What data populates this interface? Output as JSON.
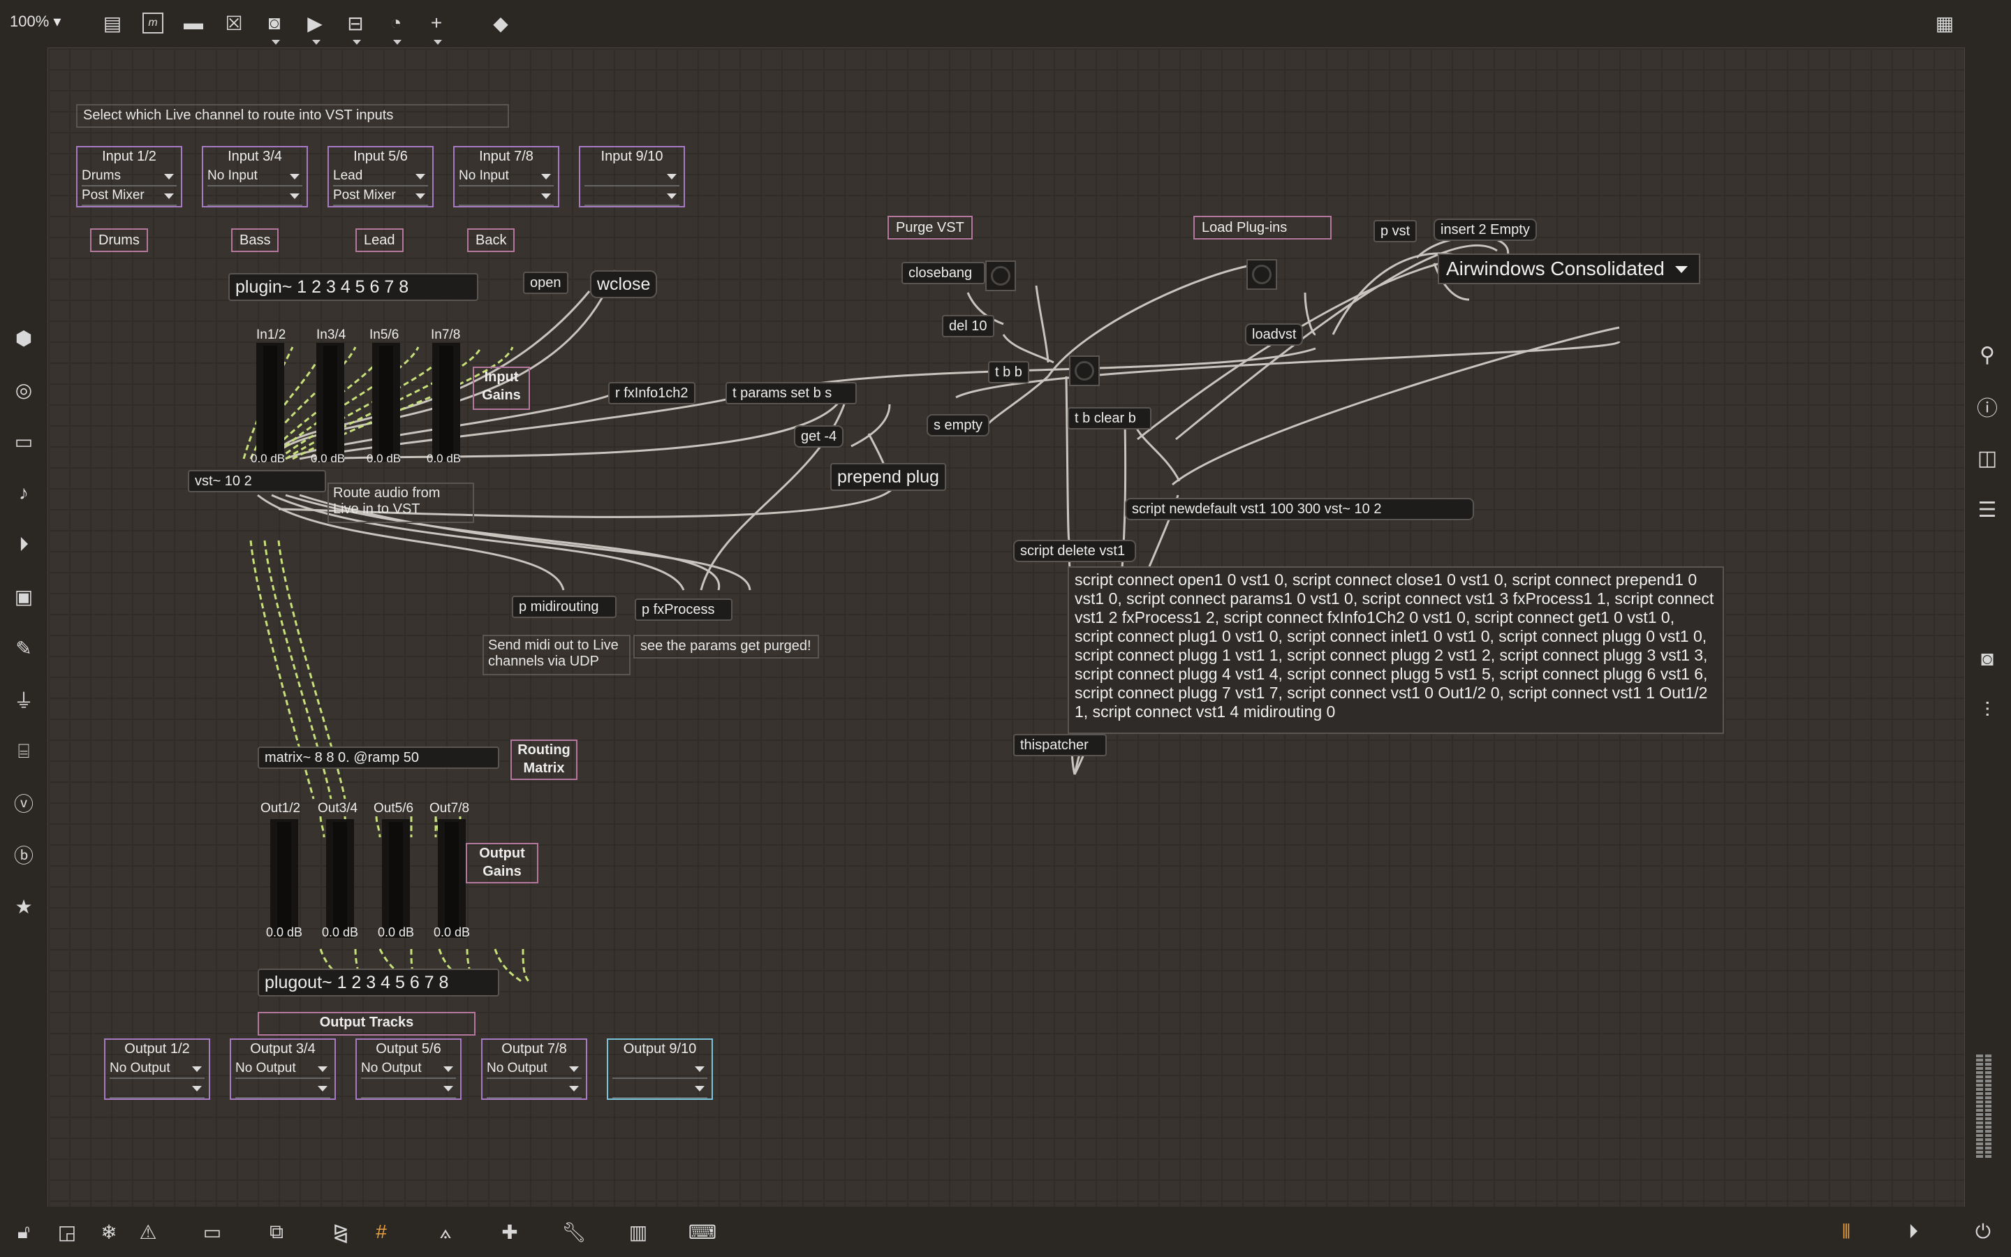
{
  "toolbar": {
    "zoom": "100%",
    "icons": [
      "presentation-icon",
      "lock-m-icon",
      "comment-icon",
      "close-box-icon",
      "circle-box-icon",
      "play-box-icon",
      "split-box-icon",
      "dial-icon",
      "plus-icon",
      "paint-bucket-icon"
    ]
  },
  "leftbar": {
    "icons": [
      "package-icon",
      "target-icon",
      "display-icon",
      "music-note-icon",
      "playback-icon",
      "image-icon",
      "paperclip-icon",
      "plug-icon",
      "gamepad-icon",
      "v-badge-icon",
      "b-badge-icon",
      "star-icon"
    ]
  },
  "rightbar": {
    "icons": [
      "search-icon",
      "info-icon",
      "columns-icon",
      "list-icon",
      "camera-icon",
      "sliders-icon"
    ]
  },
  "bottombar": {
    "icons": [
      "lock-icon",
      "edit-icon",
      "snowflake-icon",
      "warning-icon",
      "presentation-icon",
      "windows-icon",
      "mirror-icon",
      "grid-icon",
      "hierarchy-icon",
      "pin-icon",
      "wrench-icon",
      "piano-icon",
      "keyboard-icon",
      "meter-icon",
      "play-circle-icon",
      "power-icon"
    ]
  },
  "patch": {
    "top_comment": "Select which Live channel to route into VST inputs",
    "inputs": [
      {
        "title": "Input 1/2",
        "sel1": "Drums",
        "sel2": "Post Mixer"
      },
      {
        "title": "Input 3/4",
        "sel1": "No Input",
        "sel2": ""
      },
      {
        "title": "Input 5/6",
        "sel1": "Lead",
        "sel2": "Post Mixer"
      },
      {
        "title": "Input 7/8",
        "sel1": "No Input",
        "sel2": ""
      },
      {
        "title": "Input 9/10",
        "sel1": "",
        "sel2": ""
      }
    ],
    "channel_labels": [
      "Drums",
      "Bass",
      "Lead",
      "Back"
    ],
    "plugin_obj": "plugin~ 1 2 3 4 5 6 7 8",
    "open_obj": "open",
    "wclose_obj": "wclose",
    "in_labels": [
      "In1/2",
      "In3/4",
      "In5/6",
      "In7/8"
    ],
    "in_db": [
      "0.0 dB",
      "0.0 dB",
      "0.0 dB",
      "0.0 dB"
    ],
    "input_gains": "Input\nGains",
    "vst_obj": "vst~ 10 2",
    "route_comment": "Route audio from\nLive in to VST",
    "r_fxinfo": "r fxInfo1ch2",
    "t_params": "t params set b s",
    "get": "get -4",
    "prepend": "prepend plug",
    "p_midirouting": "p midirouting",
    "p_fxprocess": "p fxProcess",
    "midi_comment": "Send midi out to Live\nchannels via UDP",
    "params_comment": "see the params get purged!",
    "purge_vst": "Purge VST",
    "closebang": "closebang",
    "del10": "del 10",
    "tbb": "t b b",
    "s_empty": "s empty",
    "load_plugins": "Load Plug-ins",
    "loadvst": "loadvst",
    "p_vst": "p vst",
    "insert2": "insert 2 Empty",
    "airwindows": "Airwindows Consolidated",
    "tb_clear": "t b clear b",
    "script_newdefault": "script newdefault vst1 100 300 vst~ 10 2",
    "script_delete": "script delete vst1",
    "script_connect": "script connect open1 0 vst1 0, script connect close1 0 vst1 0, script connect prepend1 0 vst1 0, script connect params1 0 vst1 0, script connect vst1 3 fxProcess1 1, script connect vst1 2 fxProcess1 2, script connect fxInfo1Ch2 0 vst1 0, script connect get1 0 vst1 0, script connect plug1 0 vst1 0, script connect inlet1 0 vst1 0, script connect plugg 0 vst1 0, script connect plugg 1 vst1 1, script connect plugg 2 vst1 2, script connect plugg 3 vst1 3, script connect plugg 4 vst1 4, script connect plugg 5 vst1 5, script connect plugg 6 vst1 6, script connect plugg 7 vst1 7, script connect vst1 0 Out1/2 0, script connect vst1 1 Out1/2 1, script connect vst1 4 midirouting 0",
    "thispatcher": "thispatcher",
    "matrix_obj": "matrix~ 8 8 0. @ramp 50",
    "routing_matrix": "Routing\nMatrix",
    "out_labels": [
      "Out1/2",
      "Out3/4",
      "Out5/6",
      "Out7/8"
    ],
    "out_db": [
      "0.0 dB",
      "0.0 dB",
      "0.0 dB",
      "0.0 dB"
    ],
    "output_gains": "Output\nGains",
    "plugout_obj": "plugout~ 1 2 3 4 5 6 7 8",
    "output_tracks": "Output Tracks",
    "outputs": [
      {
        "title": "Output 1/2",
        "sel1": "No Output",
        "sel2": ""
      },
      {
        "title": "Output 3/4",
        "sel1": "No Output",
        "sel2": ""
      },
      {
        "title": "Output 5/6",
        "sel1": "No Output",
        "sel2": ""
      },
      {
        "title": "Output 7/8",
        "sel1": "No Output",
        "sel2": ""
      },
      {
        "title": "Output 9/10",
        "sel1": "",
        "sel2": ""
      }
    ]
  },
  "colors": {
    "canvas": "#38332e",
    "patch_cord": "#c9c4bd",
    "audio_cord": "#c7e07a",
    "label_border": "#b4789e"
  }
}
